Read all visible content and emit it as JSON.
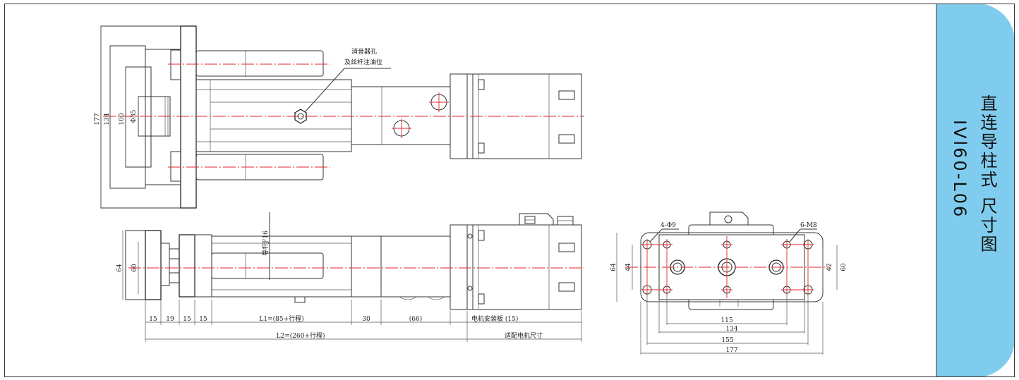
{
  "title": {
    "main": "直连导柱式 尺寸图",
    "model": "IVl60-L06"
  },
  "colors": {
    "accent": "#80ccee",
    "centerline": "#e0262b",
    "line": "#333333"
  },
  "callouts": {
    "muffler_line1": "消音器孔",
    "muffler_line2": "及丝杆注油位",
    "guide_rod": "导杆Ƒ16",
    "holes_4": "4-Φ9",
    "holes_6": "6-M8"
  },
  "top_view": {
    "dims": [
      "177",
      "134",
      "100",
      "Φ35"
    ]
  },
  "side_view": {
    "left_dims": [
      "64",
      "60"
    ],
    "bottom_row": [
      "15",
      "19",
      "15",
      "15",
      "L1=(85+行程)",
      "30",
      "(66)",
      "电机安装板 (15)"
    ],
    "total": "L2=(260+行程)",
    "motor": "适配电机尺寸"
  },
  "end_view": {
    "left_dims": [
      "64",
      "44"
    ],
    "right_dims": [
      "42",
      "60"
    ],
    "bottom_dims": [
      "115",
      "134",
      "155",
      "177"
    ]
  }
}
